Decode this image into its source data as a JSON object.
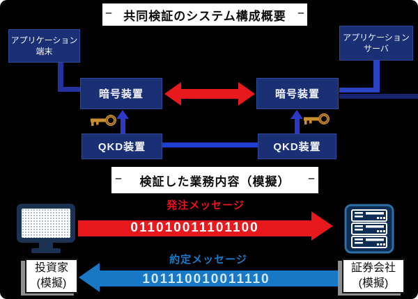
{
  "decor": {
    "edge_dash": "ー"
  },
  "colors": {
    "background": "#010101",
    "node_navy": "#1b2f74",
    "link_blue": "#2c38c6",
    "qkd_link_blue": "#1f3ed2",
    "accent_red": "#e8191d",
    "accent_blue": "#1878c6",
    "key_gold": "#c98e2e"
  },
  "section1": {
    "title": "共同検証のシステム構成概要",
    "nodes": {
      "app_terminal": {
        "line1": "アプリケーション",
        "line2": "端末"
      },
      "app_server": {
        "line1": "アプリケーション",
        "line2": "サーバ"
      },
      "crypto": "暗号装置",
      "qkd": "QKD装置"
    }
  },
  "section2": {
    "title": "検証した業務内容（模擬）",
    "order": {
      "label": "発注メッセージ",
      "binary": "011010011101100"
    },
    "execution": {
      "label": "約定メッセージ",
      "binary": "101110010011110"
    },
    "investor": {
      "line1": "投資家",
      "line2": "(模擬)"
    },
    "broker": {
      "line1": "証券会社",
      "line2": "(模擬)"
    }
  }
}
